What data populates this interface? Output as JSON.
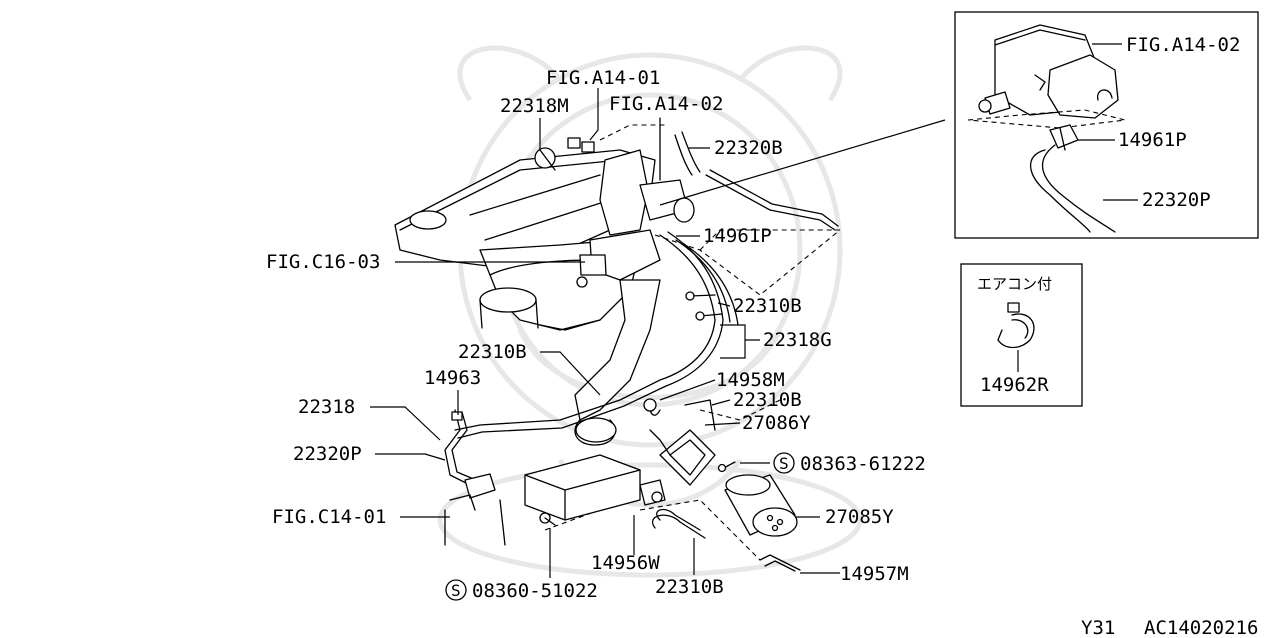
{
  "labels": {
    "fig_a14_01": "FIG.A14-01",
    "fig_a14_02_main": "FIG.A14-02",
    "p22318m": "22318M",
    "p22320b": "22320B",
    "p14961p_main": "14961P",
    "fig_c16_03": "FIG.C16-03",
    "p22310b_1": "22310B",
    "p22318g": "22318G",
    "p22310b_2": "22310B",
    "p14963": "14963",
    "p14958m": "14958M",
    "p22310b_3": "22310B",
    "p22318": "22318",
    "p27086y": "27086Y",
    "p22320p_main": "22320P",
    "p08363": "08363-61222",
    "fig_c14_01": "FIG.C14-01",
    "p27085y": "27085Y",
    "p14956w": "14956W",
    "p14957m": "14957M",
    "p08360": "08360-51022",
    "p22310b_4": "22310B",
    "screw_symbol": "S"
  },
  "inset_top": {
    "fig_a14_02": "FIG.A14-02",
    "p14961p": "14961P",
    "p22320p": "22320P"
  },
  "inset_ac": {
    "caption": "エアコン付",
    "part": "14962R"
  },
  "footer": {
    "model": "Y31",
    "code": "AC14020216"
  },
  "colors": {
    "line": "#000000",
    "watermark": "#e7e7e7",
    "background": "#ffffff"
  }
}
